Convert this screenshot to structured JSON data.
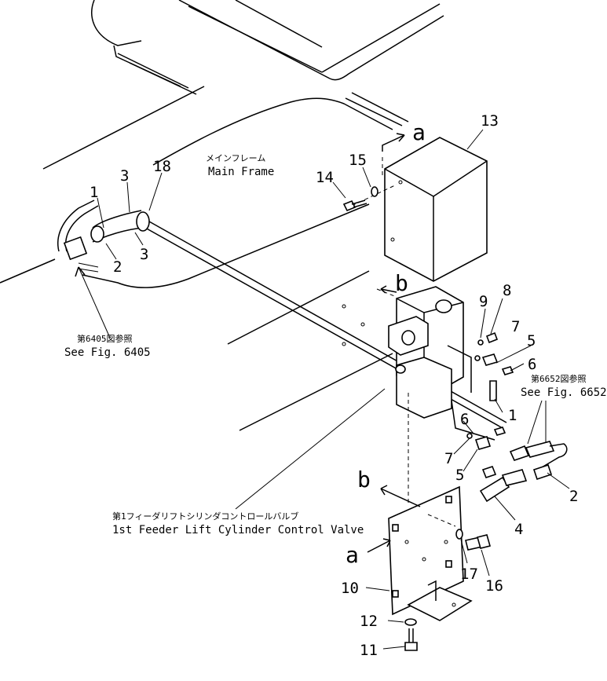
{
  "labels": {
    "main_frame_jp": "メインフレーム",
    "main_frame_en": "Main Frame",
    "fig6405_jp": "第6405図参照",
    "fig6405_en": "See Fig. 6405",
    "fig6652_jp": "第6652図参照",
    "fig6652_en": "See Fig. 6652",
    "valve_jp": "第1フィーダリフトシリンダコントロールバルブ",
    "valve_en": "1st Feeder Lift Cylinder Control Valve"
  },
  "view_letters": {
    "a_top": "a",
    "b_top": "b",
    "b_bottom": "b",
    "a_bottom": "a"
  },
  "callouts": {
    "c1_left": "1",
    "c2_left": "2",
    "c3_upper": "3",
    "c3_lower": "3",
    "c18": "18",
    "c14": "14",
    "c15": "15",
    "c13": "13",
    "c9": "9",
    "c8": "8",
    "c7_upper": "7",
    "c5_upper": "5",
    "c6_upper": "6",
    "c1_right": "1",
    "c6_lower": "6",
    "c7_lower": "7",
    "c5_lower": "5",
    "c2_right": "2",
    "c4": "4",
    "c17": "17",
    "c16": "16",
    "c10": "10",
    "c12": "12",
    "c11": "11"
  }
}
